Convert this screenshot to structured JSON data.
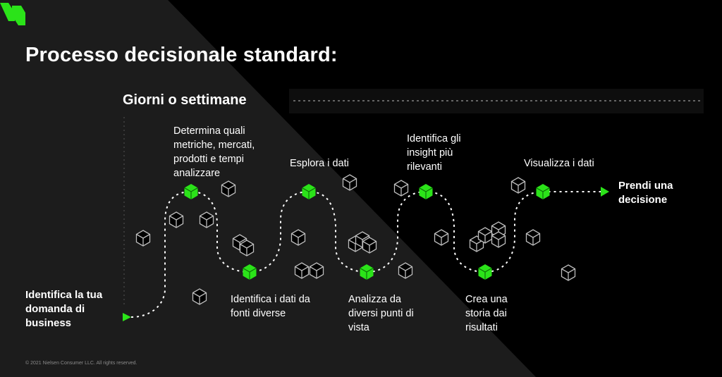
{
  "slide": {
    "title": "Processo decisionale standard:",
    "timeline_label": "Giorni o settimane",
    "footer": "© 2021 Nielsen Consumer LLC. All rights reserved.",
    "accent_color": "#2BE319"
  },
  "steps": {
    "start": "Identifica la tua domanda di business",
    "step1": "Determina quali metriche, mercati, prodotti e tempi analizzare",
    "step2": "Identifica i dati da fonti diverse",
    "step3": "Esplora i dati",
    "step4": "Analizza da diversi punti di vista",
    "step5": "Identifica gli insight più rilevanti",
    "step6": "Crea una storia dai risultati",
    "step7": "Visualizza i dati",
    "end": "Prendi una decisione"
  }
}
